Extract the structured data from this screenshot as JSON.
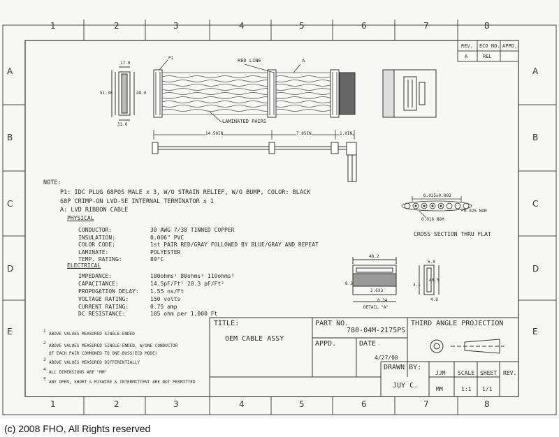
{
  "border": {
    "columns": [
      "1",
      "2",
      "3",
      "4",
      "5",
      "6",
      "7",
      "8"
    ],
    "rows": [
      "A",
      "B",
      "C",
      "D",
      "E"
    ]
  },
  "revision_block": {
    "headers": [
      "REV.",
      "ECO NO.",
      "APPD."
    ],
    "values": [
      "A",
      "REL",
      ""
    ]
  },
  "callouts": {
    "p1": "P1",
    "red_line": "RED LINE",
    "a": "A",
    "laminated_pairs": "LAMINATED PAIRS",
    "left_dim_width": "17.0",
    "left_dim_height1": "51.30",
    "left_dim_height2": "48.0",
    "left_dim_bottom": "31.0",
    "dim_1": "14.50IN",
    "dim_2": "7.85IN",
    "dim_3": "1.0IN"
  },
  "notes": {
    "heading": "NOTE:",
    "line1": "P1: IDC PLUG 68POS MALE x 3, W/O STRAIN RELIEF, W/O BUMP, COLOR: BLACK",
    "line2": "68P CRIMP-ON LVD-SE INTERNAL TERMINATOR x 1",
    "line3": "A: LVD RIBBON CABLE",
    "physical_heading": "PHYSICAL",
    "electrical_heading": "ELECTRICAL",
    "physical": [
      {
        "label": "CONDUCTOR:",
        "value": "30 AWG 7/38 TINNED COPPER"
      },
      {
        "label": "INSULATION:",
        "value": "0.006\" PVC"
      },
      {
        "label": "COLOR CODE:",
        "value": "1st PAIR RED/GRAY FOLLOWED BY BLUE/GRAY AND REPEAT"
      },
      {
        "label": "LAMINATE:",
        "value": "POLYESTER"
      },
      {
        "label": "TEMP. RATING:",
        "value": "80°C"
      }
    ],
    "electrical": [
      {
        "label": "IMPEDANCE:",
        "value": "100ohms¹  80ohms²  110ohms³"
      },
      {
        "label": "CAPACITANCE:",
        "value": "14.5pF/Ft¹   20.3 pF/Ft²"
      },
      {
        "label": "PROPOGATION DELAY:",
        "value": "1.55 ns/Ft"
      },
      {
        "label": "VOLTAGE RATING:",
        "value": "150 volts"
      },
      {
        "label": "CURRENT RATING:",
        "value": "0.75 amp"
      },
      {
        "label": "DC RESISTANCE:",
        "value": "105 ohm per 1,000 Ft"
      }
    ]
  },
  "cross_section": {
    "label": "CROSS SECTION THRU FLAT",
    "dim_pitch": "0.025±0.003",
    "dim_nom1": "0.016 NOM",
    "dim_nom2": "0.025 NOM"
  },
  "detail": {
    "label": "DETAIL \"A\"",
    "dim_top": "48.2",
    "dim_mid": "2.633",
    "dim_bottom": "8.34",
    "dim_left": "8.3",
    "dim_side_top": "5.8",
    "dim_side_mid": "40.5",
    "dim_side_left": "3.1",
    "dim_side_bottom": "4.8"
  },
  "footnotes": [
    "ABOVE VALUES MEASURED SINGLE-ENDED",
    "ABOVE VALUES MEASURED SINGLE-ENDED, W/ONE CONDUCTOR",
    "OF EACH PAIR COMMONED TO ONE BUSS(ECD MODE)",
    "ABOVE VALUES MEASURED DIFFERENTIALLY",
    "ALL DIMENSIONS ARE \"MM\"",
    "ANY OPEN, SHORT & MISWIRE & INTERMITTENT ARE NOT PERMITTED"
  ],
  "footnote_numbers": [
    "1",
    "2",
    "3",
    "4",
    "5"
  ],
  "title_block": {
    "title_label": "TITLE:",
    "title": "OEM CABLE ASSY",
    "part_no_label": "PART NO.",
    "part_no": "780-04M-2175PS",
    "appd_label": "APPD.",
    "date_label": "DATE",
    "date": "4/27/00",
    "projection_label": "THIRD ANGLE PROJECTION",
    "drawn_by_label": "DRAWN BY:",
    "drawn_by": "JUY C.",
    "checker": "JJM",
    "scale_label": "SCALE",
    "sheet_label": "SHEET",
    "rev_label": "REV.",
    "units": "MM",
    "scale": "1:1",
    "sheet": "1/1"
  },
  "copyright": "(c) 2008 FHO, All Rights reserved"
}
